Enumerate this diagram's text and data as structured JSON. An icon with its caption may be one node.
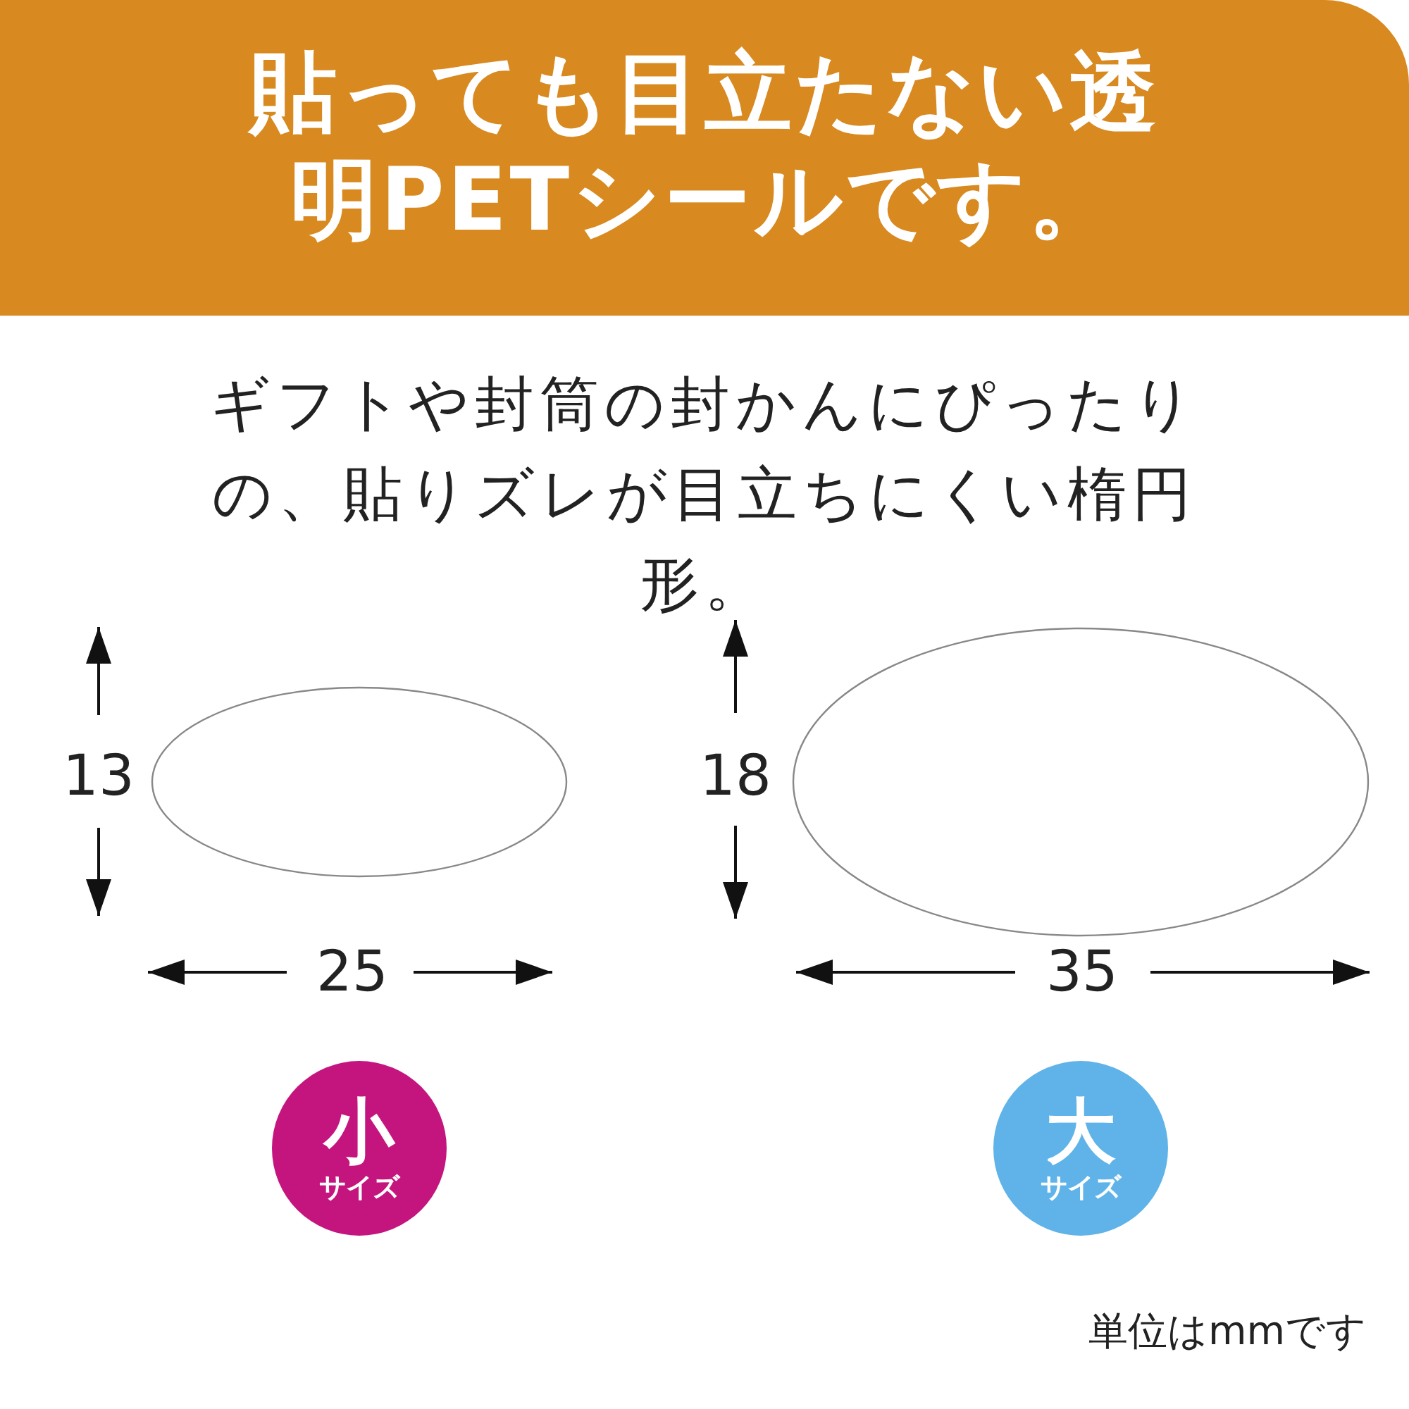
{
  "diagram": {
    "title": "貼っても目立たない透明PETシールです。",
    "nodes": [
      {
        "text": [],
        "shape": "ellipse"
      },
      {
        "text": [],
        "shape": "ellipse"
      },
      {
        "text": [
          "小",
          "サイズ"
        ]
      },
      {
        "text": [
          "大",
          "サイズ"
        ]
      }
    ],
    "edges": [],
    "labels": [
      "ギフトや封筒の封かんにぴったりの、貼りズレが目立ちにくい楕円形。",
      "13",
      "18",
      "25",
      "35",
      "単位はmmです"
    ]
  }
}
